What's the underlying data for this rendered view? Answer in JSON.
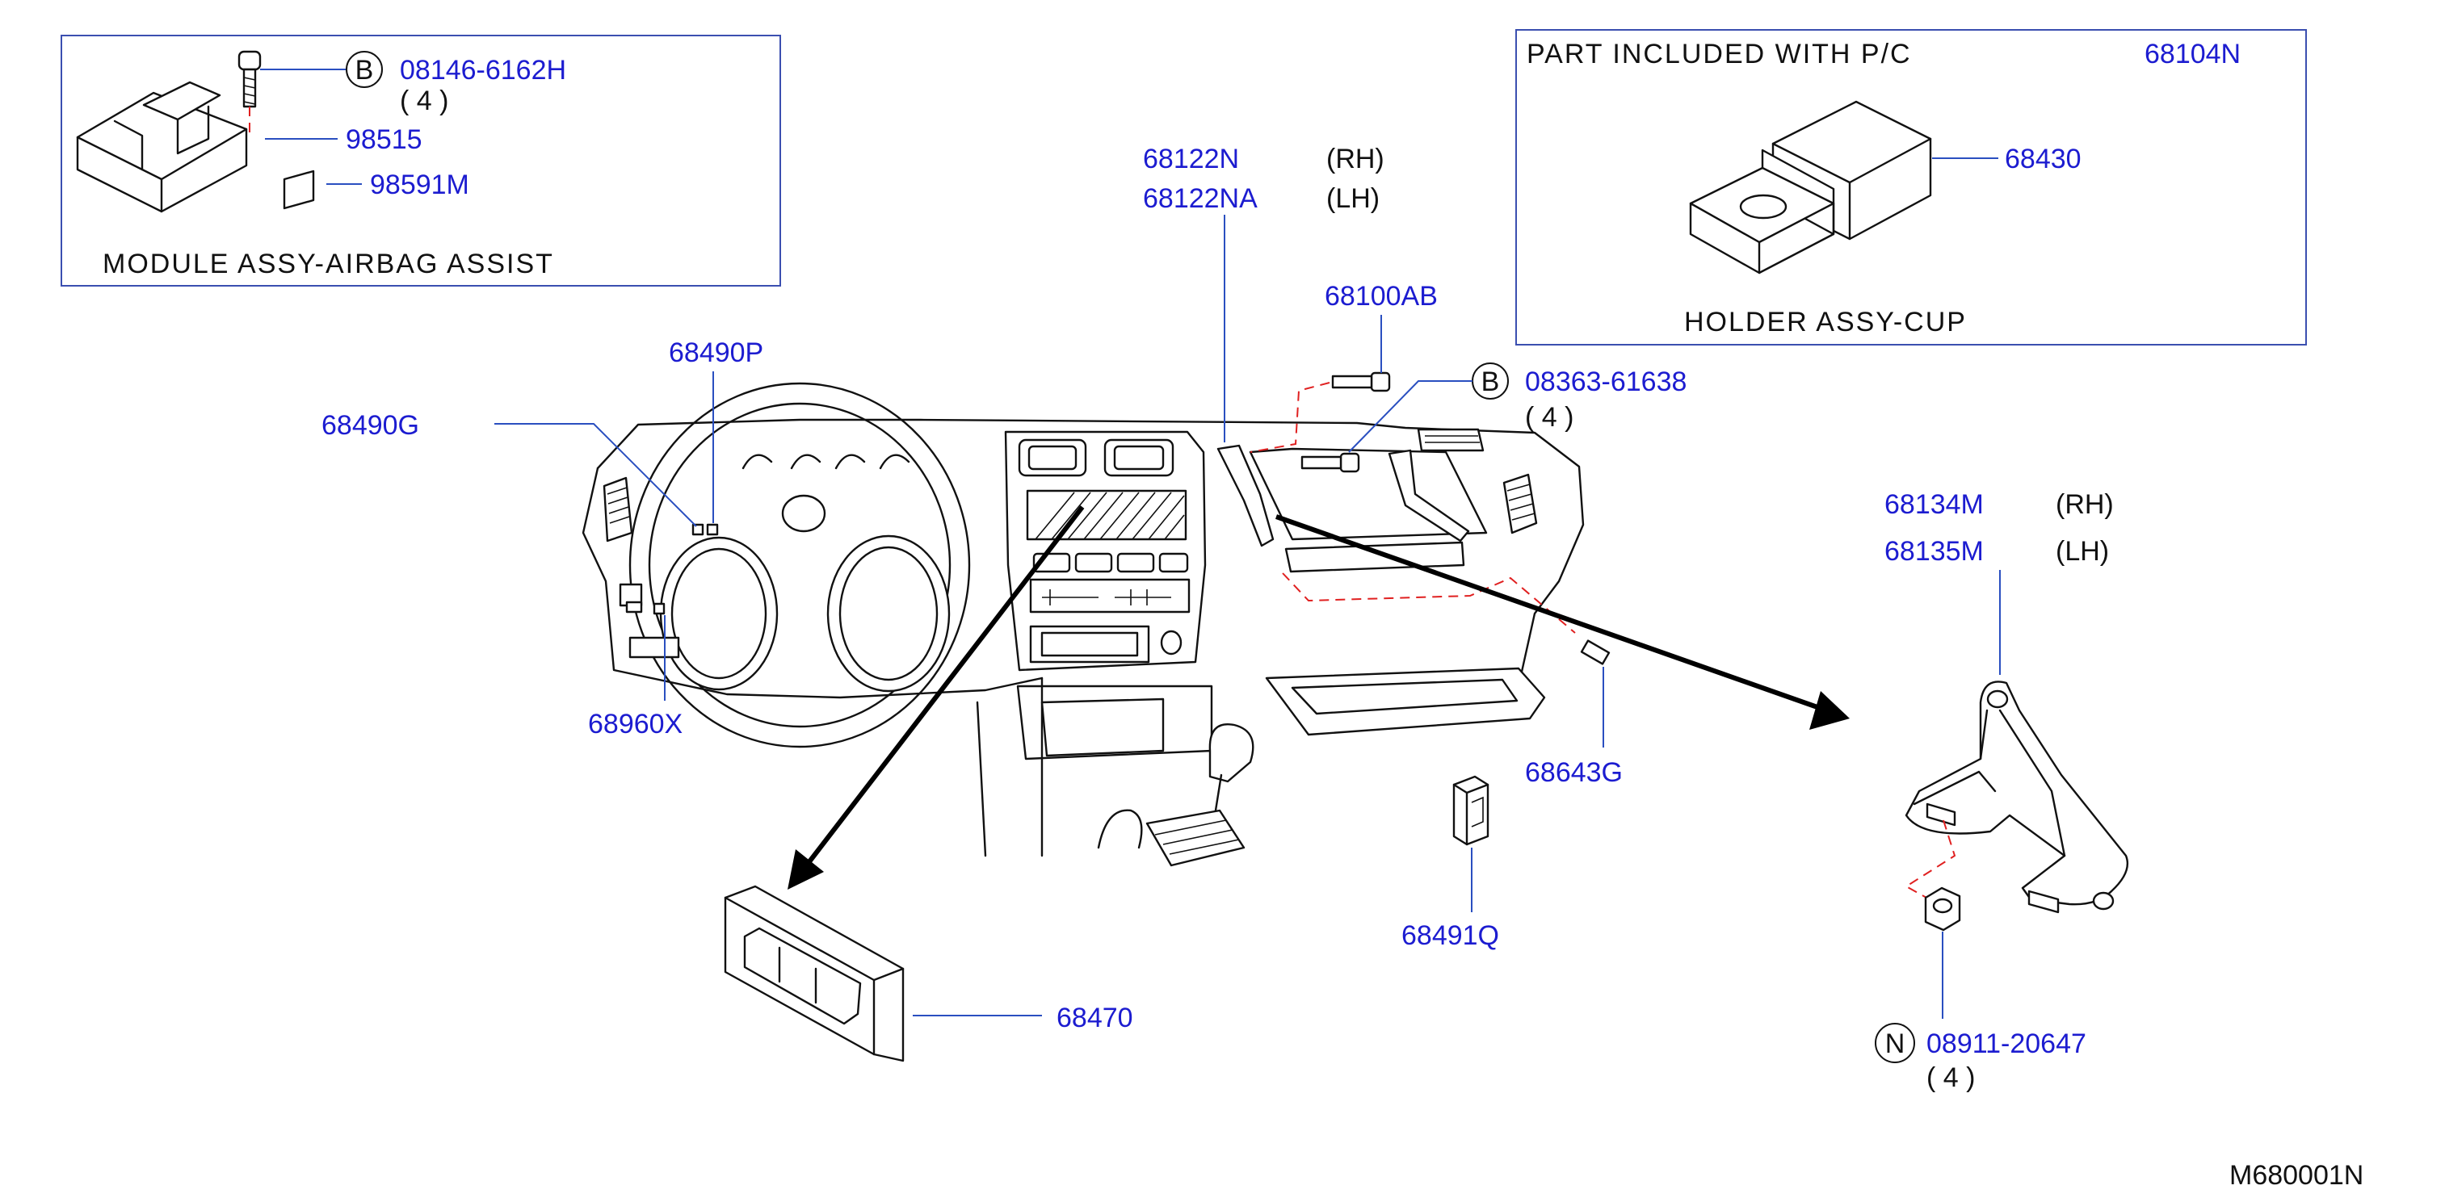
{
  "diagram": {
    "drawing_id": "M680001N",
    "box_airbag": {
      "caption": "MODULE  ASSY-AIRBAG  ASSIST",
      "bolt": {
        "circle": "B",
        "part": "08146-6162H",
        "qty": "( 4 )"
      },
      "parts": [
        "98515",
        "98591M"
      ]
    },
    "box_cup": {
      "header": "PART  INCLUDED  WITH  P/C",
      "header_part": "68104N",
      "caption": "HOLDER  ASSY-CUP",
      "part": "68430"
    },
    "labels": {
      "p68122N": "68122N",
      "p68122NA": "68122NA",
      "rh1": "(RH)",
      "lh1": "(LH)",
      "p68100AB": "68100AB",
      "p68490P": "68490P",
      "p68490G": "68490G",
      "p68960X": "68960X",
      "p68643G": "68643G",
      "p68491Q": "68491Q",
      "p68470": "68470",
      "p68134M": "68134M",
      "p68135M": "68135M",
      "rh2": "(RH)",
      "lh2": "(LH)"
    },
    "bolt_b2": {
      "circle": "B",
      "part": "08363-61638",
      "qty": "( 4 )"
    },
    "nut_n": {
      "circle": "N",
      "part": "08911-20647",
      "qty": "( 4 )"
    },
    "colors": {
      "part_number": "#1c1cd0",
      "leader": "#2a4fc0",
      "dashed": "#e02020",
      "ink": "#111111"
    }
  }
}
